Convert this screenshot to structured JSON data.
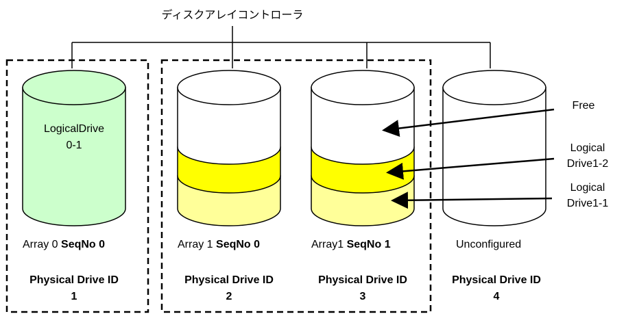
{
  "controller": {
    "label": "ディスクアレイコントローラ"
  },
  "colors": {
    "green_fill": "#ccffcc",
    "yellow_fill": "#ffff00",
    "light_yellow_fill": "#ffff99",
    "white_fill": "#ffffff",
    "stroke": "#000000"
  },
  "drives": [
    {
      "array_label": "Array 0 ",
      "seq_label": "SeqNo 0",
      "pd_title": "Physical Drive ID",
      "pd_id": "1",
      "content_line1": "LogicalDrive",
      "content_line2": "0-1"
    },
    {
      "array_label": "Array 1 ",
      "seq_label": "SeqNo 0",
      "pd_title": "Physical Drive ID",
      "pd_id": "2"
    },
    {
      "array_label": "Array1 ",
      "seq_label": "SeqNo 1",
      "pd_title": "Physical Drive ID",
      "pd_id": "3"
    },
    {
      "array_label": "Unconfigured",
      "seq_label": "",
      "pd_title": "Physical Drive ID",
      "pd_id": "4"
    }
  ],
  "callouts": {
    "free": "Free",
    "ld12_line1": "Logical",
    "ld12_line2": "Drive1-2",
    "ld11_line1": "Logical",
    "ld11_line2": "Drive1-1"
  }
}
